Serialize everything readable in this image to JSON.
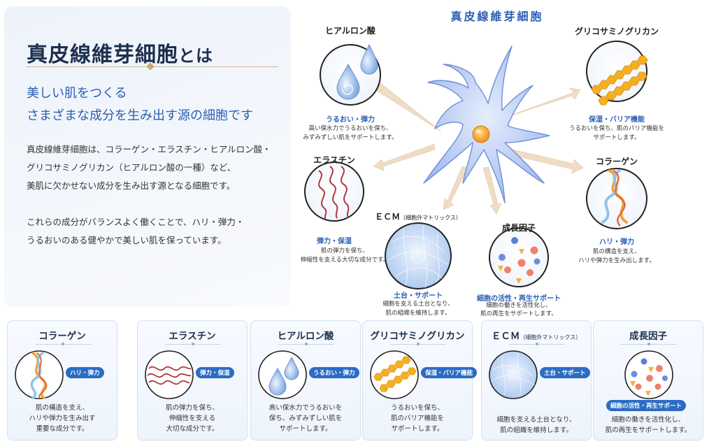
{
  "intro": {
    "title_main": "真皮線維芽細胞",
    "title_suffix": "とは",
    "headline_1": "美しい肌をつくる",
    "headline_2": "さまざまな成分を生み出す源の細胞です",
    "body_1": "真皮線維芽細胞は、コラーゲン・エラスチン・ヒアルロン酸・",
    "body_2": "グリコサミノグリカン（ヒアルロン酸の一種）など、",
    "body_3": "美肌に欠かせない成分を生み出す源となる細胞です。",
    "body_4": "これらの成分がバランスよく働くことで、ハリ・弾力・",
    "body_5": "うるおいのある健やかで美しい肌を保っています。"
  },
  "diagram": {
    "title": "真皮線維芽細胞",
    "nodes": {
      "hyaluronic": {
        "title": "ヒアルロン酸",
        "tag": "うるおい・弾力",
        "desc_1": "高い保水力でうるおいを保ち、",
        "desc_2": "みずみずしい肌をサポートします。"
      },
      "gag": {
        "title": "グリコサミノグリカン",
        "tag": "保湿・バリア機能",
        "desc_1": "うるおいを保ち、肌のバリア機能を",
        "desc_2": "サポートします。"
      },
      "elastin": {
        "title": "エラスチン",
        "tag": "弾力・保湿",
        "desc_1": "肌の弾力を保ち、",
        "desc_2": "伸縮性を支える大切な成分です。"
      },
      "collagen": {
        "title": "コラーゲン",
        "tag": "ハリ・弾力",
        "desc_1": "肌の構造を支え、",
        "desc_2": "ハリや弾力を生み出します。"
      },
      "ecm": {
        "title": "ＥＣＭ",
        "title_small": "（細胞外マトリックス）",
        "tag": "土台・サポート",
        "desc_1": "細胞を支える土台となり、",
        "desc_2": "肌の組織を維持します。"
      },
      "growth": {
        "title": "成長因子",
        "tag": "細胞の活性・再生サポート",
        "desc_1": "細胞の働きを活性化し、",
        "desc_2": "肌の再生をサポートします。"
      }
    }
  },
  "cards": [
    {
      "title": "コラーゲン",
      "badge": "ハリ・弾力",
      "desc": [
        "肌の構造を支え、",
        "ハリや弾力を生み出す",
        "重要な成分です。"
      ]
    },
    {
      "title": "エラスチン",
      "badge": "弾力・保湿",
      "desc": [
        "肌の弾力を保ち、",
        "伸縮性を支える",
        "大切な成分です。"
      ]
    },
    {
      "title": "ヒアルロン酸",
      "badge": "うるおい・弾力",
      "desc": [
        "高い保水力でうるおいを",
        "保ち、みずみずしい肌を",
        "サポートします。"
      ]
    },
    {
      "title": "グリコサミノグリカン",
      "badge": "保湿・バリア機能",
      "desc": [
        "うるおいを保ち、",
        "肌のバリア機能を",
        "サポートします。"
      ]
    },
    {
      "title": "ＥＣＭ",
      "title_small": "（細胞外マトリックス）",
      "badge": "土台・サポート",
      "desc": [
        "細胞を支える土台となり、",
        "肌の組織を維持します。"
      ]
    },
    {
      "title": "成長因子",
      "badge": "細胞の活性・再生サポート",
      "desc": [
        "細胞の働きを活性化し、",
        "肌の再生をサポートします。"
      ]
    }
  ],
  "colors": {
    "accent_blue": "#2a5fb5",
    "badge_blue": "#2b6cc4",
    "title_navy": "#1c2f4f",
    "gold_rule": "#c8b88a",
    "cell_fill": "#bcd0f5",
    "nucleus_orange": "#f5a623",
    "arrow_beige": "#efdcc4",
    "elastin_red": "#b0383f"
  }
}
